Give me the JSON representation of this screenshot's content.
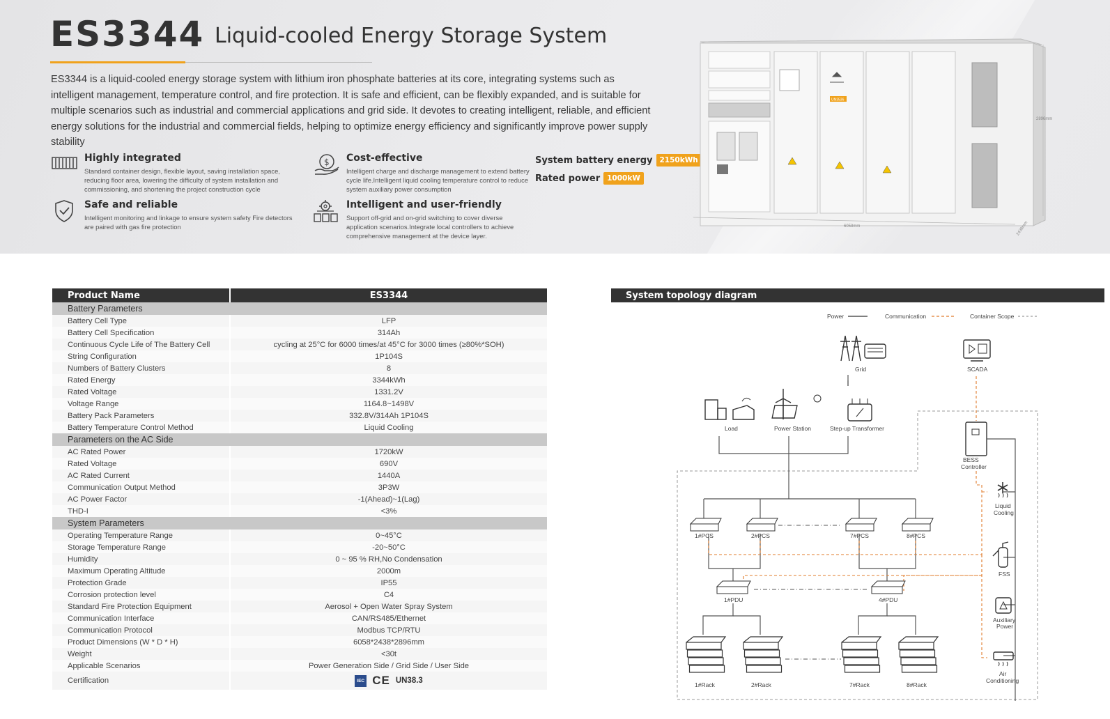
{
  "header": {
    "model": "ES3344",
    "subtitle": "Liquid-cooled Energy Storage System",
    "description": "ES3344 is a liquid-cooled energy storage system with lithium iron phosphate batteries at its core, integrating systems such as intelligent man­agement, temperature control, and fire protection. It is safe and efficient, can be flexibly expanded, and is suitable for multiple scenarios such as industrial and commercial applications and grid side. It devotes to creating intelligent, reliable, and efficient energy solutions for the indus­trial and commercial fields, helping to optimize energy efficiency and significantly improve power supply stability"
  },
  "features": [
    {
      "icon": "battery-modules-icon",
      "title": "Highly integrated",
      "desc": "Standard container design, flexible layout, saving installation space, reducing floor area, lowering the difficulty of system installation and commissioning, and shortening the project construction cycle"
    },
    {
      "icon": "coin-hand-icon",
      "title": "Cost-effective",
      "desc": "Intelligent charge and discharge management to extend battery cycle life.Intelligent liquid cooling temperature control to reduce system auxiliary power consumption"
    },
    {
      "icon": "shield-check-icon",
      "title": "Safe and reliable",
      "desc": "Intelligent monitoring and linkage to ensure system safety Fire detectors are paired with gas fire protection"
    },
    {
      "icon": "gear-battery-icon",
      "title": "Intelligent and user-friendly",
      "desc": "Support off-grid and on-grid switching to cover diverse application scenarios.Integrate local controllers to achieve comprehensive management at the device layer."
    }
  ],
  "key_specs": {
    "energy_label": "System battery energy",
    "energy_value": "2150kWh",
    "power_label": "Rated power",
    "power_value": "1000kW"
  },
  "container": {
    "label_un": "UN3536",
    "dim_height": "2896mm",
    "dim_length": "6058mm",
    "dim_width": "2438mm"
  },
  "table": {
    "head": [
      "Product Name",
      "ES3344"
    ],
    "sections": [
      {
        "title": "Battery Parameters",
        "rows": [
          [
            "Battery Cell Type",
            "LFP"
          ],
          [
            "Battery Cell Specification",
            "314Ah"
          ],
          [
            "Continuous Cycle Life of The Battery Cell",
            "cycling at 25°C for 6000 times/at 45°C for 3000 times (≥80%*SOH)"
          ],
          [
            "String Configuration",
            "1P104S"
          ],
          [
            "Numbers of Battery Clusters",
            "8"
          ],
          [
            "Rated Energy",
            "3344kWh"
          ],
          [
            "Rated Voltage",
            "1331.2V"
          ],
          [
            "Voltage Range",
            "1164.8~1498V"
          ],
          [
            "Battery Pack Parameters",
            "332.8V/314Ah 1P104S"
          ],
          [
            "Battery Temperature Control Method",
            "Liquid Cooling"
          ]
        ]
      },
      {
        "title": "Parameters on the AC Side",
        "rows": [
          [
            "AC Rated Power",
            "1720kW"
          ],
          [
            "Rated Voltage",
            "690V"
          ],
          [
            "AC Rated Current",
            "1440A"
          ],
          [
            "Communication Output Method",
            "3P3W"
          ],
          [
            "AC Power Factor",
            "-1(Ahead)~1(Lag)"
          ],
          [
            "THD-I",
            "<3%"
          ]
        ]
      },
      {
        "title": "System Parameters",
        "rows": [
          [
            "Operating Temperature Range",
            "0~45°C"
          ],
          [
            "Storage Temperature Range",
            "-20~50°C"
          ],
          [
            "Humidity",
            "0 ~ 95 % RH,No Condensation"
          ],
          [
            "Maximum Operating Altitude",
            "2000m"
          ],
          [
            "Protection Grade",
            "IP55"
          ],
          [
            "Corrosion protection level",
            "C4"
          ],
          [
            "Standard Fire Protection Equipment",
            "Aerosol + Open Water Spray System"
          ],
          [
            "Communication Interface",
            "CAN/RS485/Ethernet"
          ],
          [
            "Communication Protocol",
            "Modbus TCP/RTU"
          ],
          [
            "Product Dimensions (W * D * H)",
            "6058*2438*2896mm"
          ],
          [
            "Weight",
            "<30t"
          ],
          [
            "Applicable Scenarios",
            "Power Generation Side / Grid Side / User Side"
          ]
        ]
      }
    ],
    "certification": {
      "label": "Certification",
      "iec": "IEC",
      "ce": "CE",
      "un": "UN38.3"
    }
  },
  "topology": {
    "title": "System topology diagram",
    "legend": {
      "power": "Power",
      "communication": "Communication",
      "scope": "Container Scope"
    },
    "labels": {
      "grid": "Grid",
      "scada": "SCADA",
      "load": "Load",
      "station": "Power Station",
      "transformer": "Step-up Transformer",
      "bess": "BESS",
      "bess2": "Controller",
      "pcs1": "1#PCS",
      "pcs2": "2#PCS",
      "pcs7": "7#PCS",
      "pcs8": "8#PCS",
      "pdu1": "1#PDU",
      "pdu4": "4#PDU",
      "rack1": "1#Rack",
      "rack2": "2#Rack",
      "rack7": "7#Rack",
      "rack8": "8#Rack",
      "cool1": "Liquid",
      "cool2": "Cooling",
      "fss": "FSS",
      "aux1": "Auxiliary",
      "aux2": "Power",
      "air1": "Air",
      "air2": "Conditioning"
    },
    "colors": {
      "power": "#555555",
      "communication": "#e07b2a",
      "scope": "#9a9a9a"
    }
  }
}
